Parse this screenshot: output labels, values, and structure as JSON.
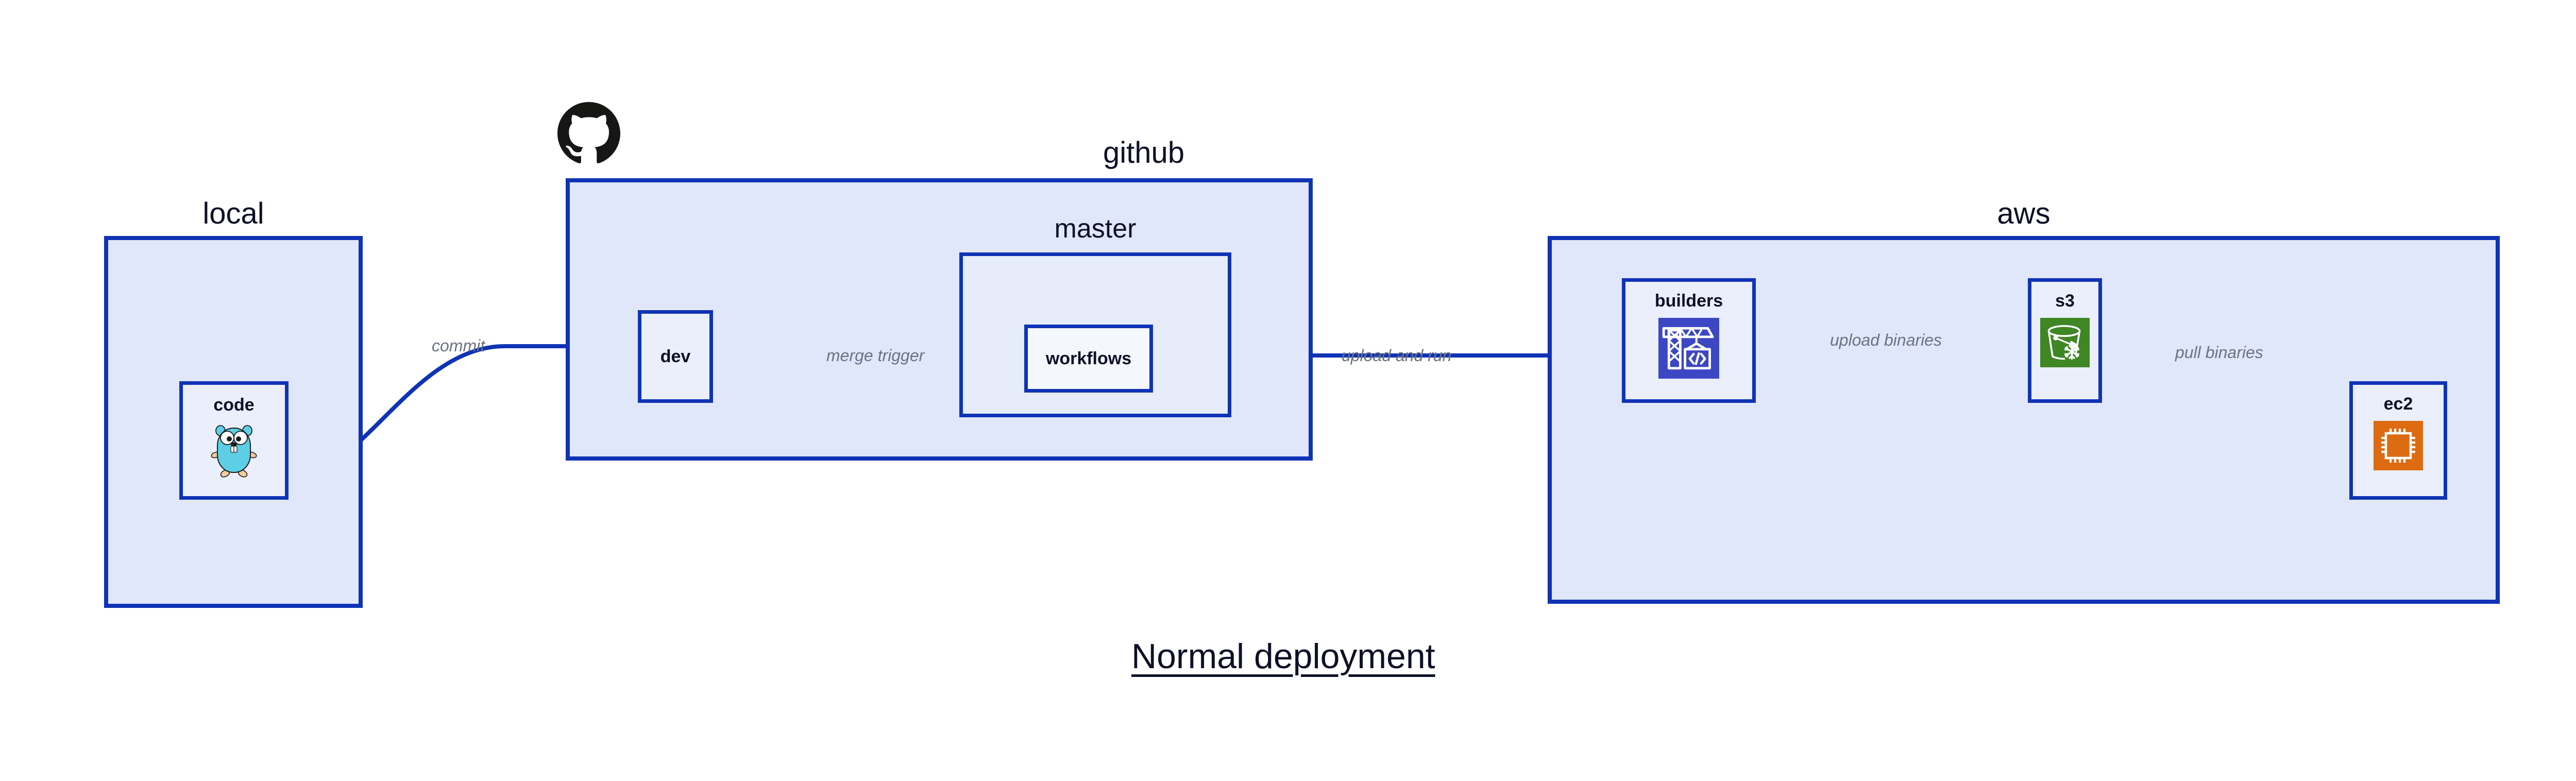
{
  "diagram": {
    "caption": "Normal deployment",
    "background_color": "#ffffff",
    "accent_color": "#0f33b5",
    "group_fill": "#e1e7fa",
    "node_fill": "#eaeffb",
    "label_color": "#0d1026",
    "edge_label_color": "#6b7280"
  },
  "groups": [
    {
      "id": "local",
      "label": "local"
    },
    {
      "id": "github",
      "label": "github"
    },
    {
      "id": "aws",
      "label": "aws"
    }
  ],
  "subgroups": [
    {
      "id": "master",
      "label": "master",
      "parent": "github"
    }
  ],
  "nodes": [
    {
      "id": "code",
      "label": "code",
      "parent": "local",
      "icon": "go-gopher-icon",
      "icon_color": "#5ccfe6"
    },
    {
      "id": "dev",
      "label": "dev",
      "parent": "github",
      "icon": "none",
      "icon_color": ""
    },
    {
      "id": "workflows",
      "label": "workflows",
      "parent": "master",
      "icon": "none",
      "icon_color": ""
    },
    {
      "id": "builders",
      "label": "builders",
      "parent": "aws",
      "icon": "aws-codebuild-icon",
      "icon_color": "#3c47c4"
    },
    {
      "id": "s3",
      "label": "s3",
      "parent": "aws",
      "icon": "aws-s3-bucket-icon",
      "icon_color": "#3f8624"
    },
    {
      "id": "ec2",
      "label": "ec2",
      "parent": "aws",
      "icon": "aws-ec2-chip-icon",
      "icon_color": "#dd6b12"
    }
  ],
  "edges": [
    {
      "id": "commit",
      "from": "code",
      "to": "dev",
      "label": "commit"
    },
    {
      "id": "merge-trigger",
      "from": "dev",
      "to": "workflows",
      "label": "merge trigger"
    },
    {
      "id": "upload-and-run",
      "from": "workflows",
      "to": "builders",
      "label": "upload and run"
    },
    {
      "id": "upload-binaries",
      "from": "builders",
      "to": "s3",
      "label": "upload binaries"
    },
    {
      "id": "pull-binaries",
      "from": "s3",
      "to": "ec2",
      "label": "pull binaries"
    }
  ],
  "logos": [
    {
      "id": "github-logo",
      "name": "github-octocat-logo",
      "color": "#161614"
    }
  ]
}
